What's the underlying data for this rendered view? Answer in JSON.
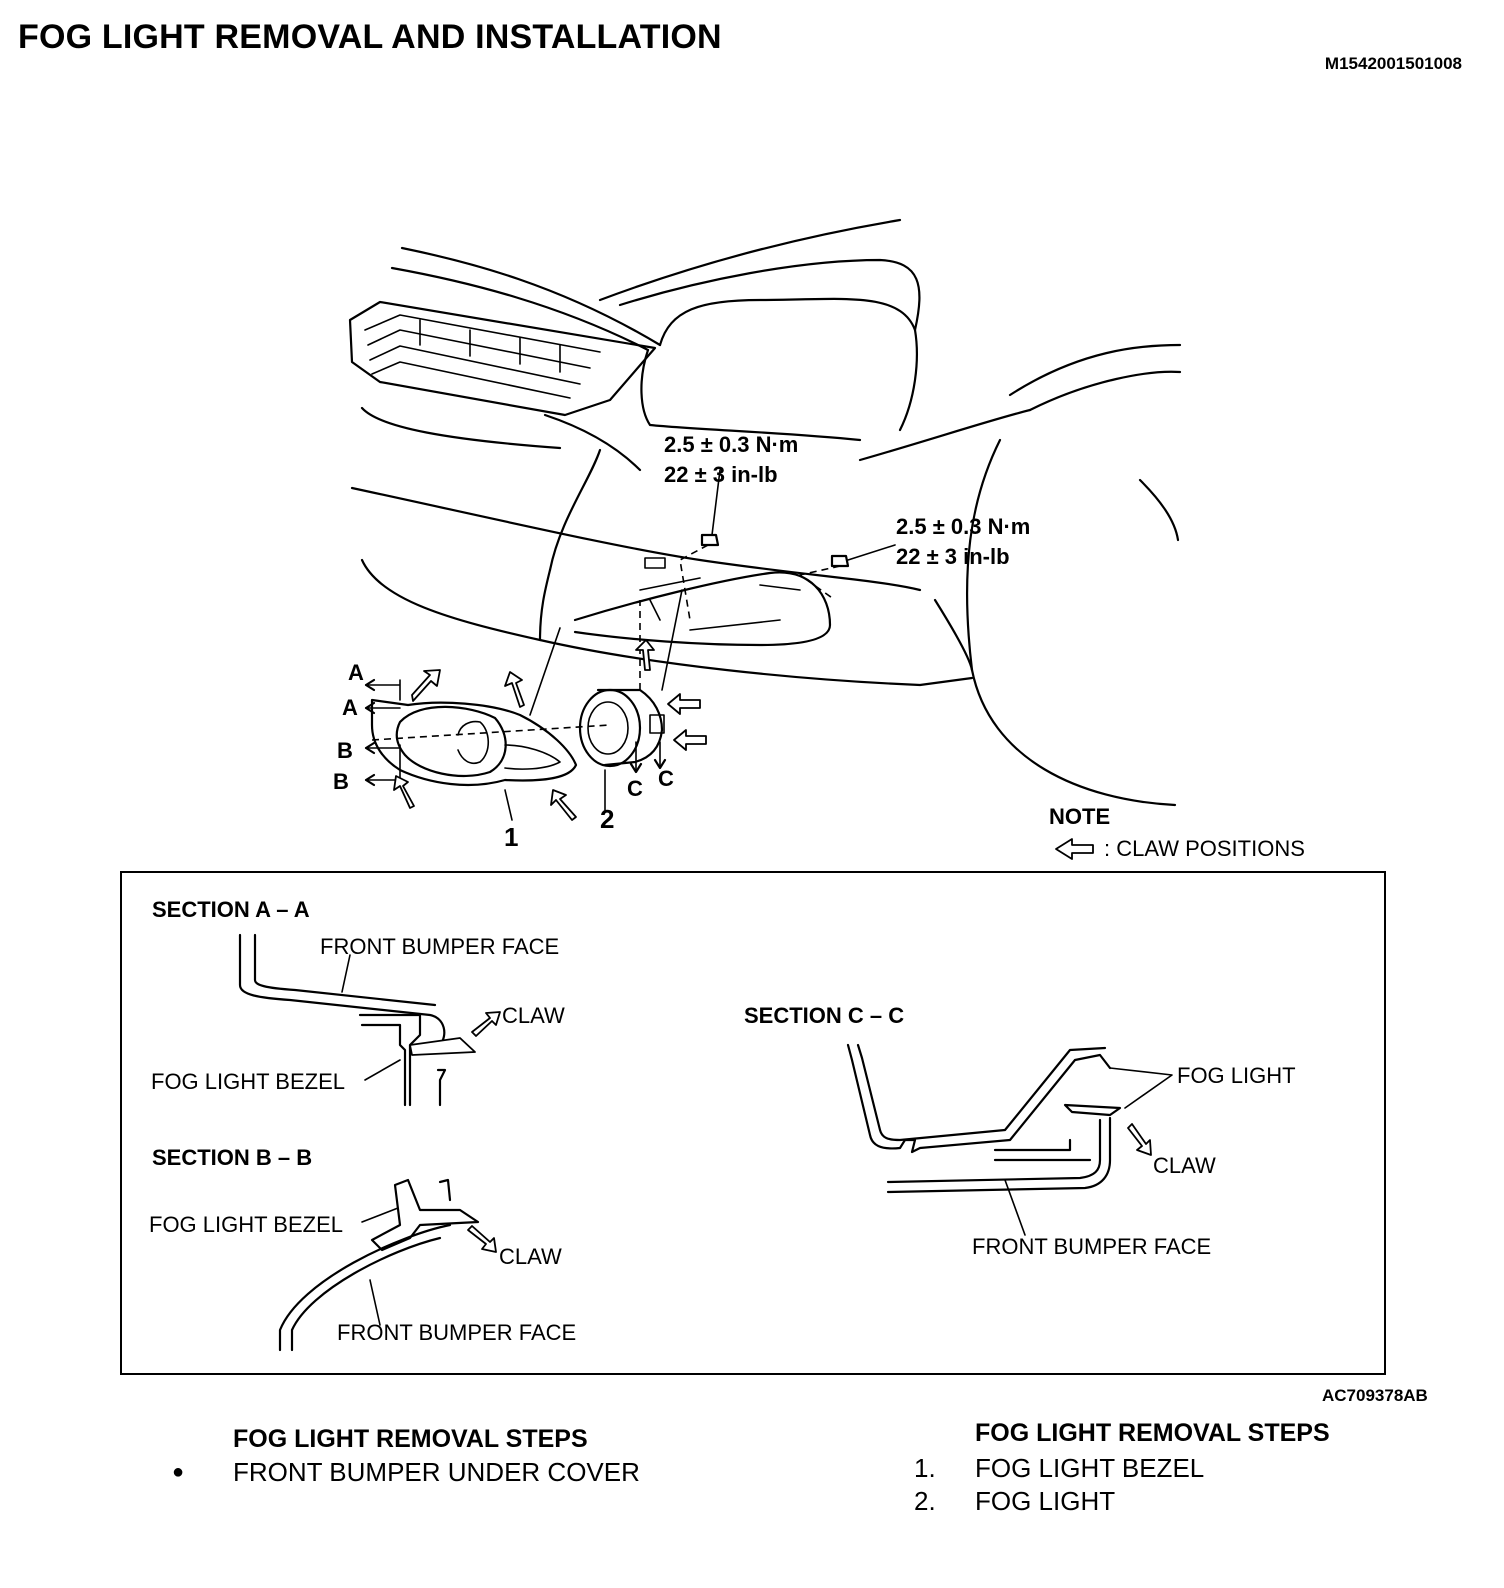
{
  "header": {
    "title": "FOG LIGHT REMOVAL AND INSTALLATION",
    "doc_code": "M1542001501008"
  },
  "diagram": {
    "torque_1": {
      "metric": "2.5 ± 0.3 N·m",
      "imperial": "22 ± 3 in-lb"
    },
    "torque_2": {
      "metric": "2.5 ± 0.3 N·m",
      "imperial": "22 ± 3 in-lb"
    },
    "section_marks": {
      "a1": "A",
      "a2": "A",
      "b1": "B",
      "b2": "B",
      "c1": "C",
      "c2": "C"
    },
    "callouts": {
      "part_1": "1",
      "part_2": "2"
    },
    "note": {
      "heading": "NOTE",
      "legend": ": CLAW POSITIONS"
    },
    "figure_code": "AC709378AB"
  },
  "sections": {
    "aa": {
      "title": "SECTION A – A",
      "front_bumper_face": "FRONT BUMPER FACE",
      "claw": "CLAW",
      "fog_light_bezel": "FOG LIGHT BEZEL"
    },
    "bb": {
      "title": "SECTION B – B",
      "fog_light_bezel": "FOG LIGHT BEZEL",
      "claw": "CLAW",
      "front_bumper_face": "FRONT BUMPER FACE"
    },
    "cc": {
      "title": "SECTION C – C",
      "fog_light": "FOG LIGHT",
      "claw": "CLAW",
      "front_bumper_face": "FRONT BUMPER FACE"
    }
  },
  "steps_left": {
    "heading": "FOG LIGHT REMOVAL STEPS",
    "items": [
      {
        "marker": "●",
        "text": "FRONT BUMPER UNDER COVER"
      }
    ]
  },
  "steps_right": {
    "heading": "FOG LIGHT REMOVAL STEPS",
    "items": [
      {
        "marker": "1.",
        "text": "FOG LIGHT BEZEL"
      },
      {
        "marker": "2.",
        "text": "FOG LIGHT"
      }
    ]
  }
}
